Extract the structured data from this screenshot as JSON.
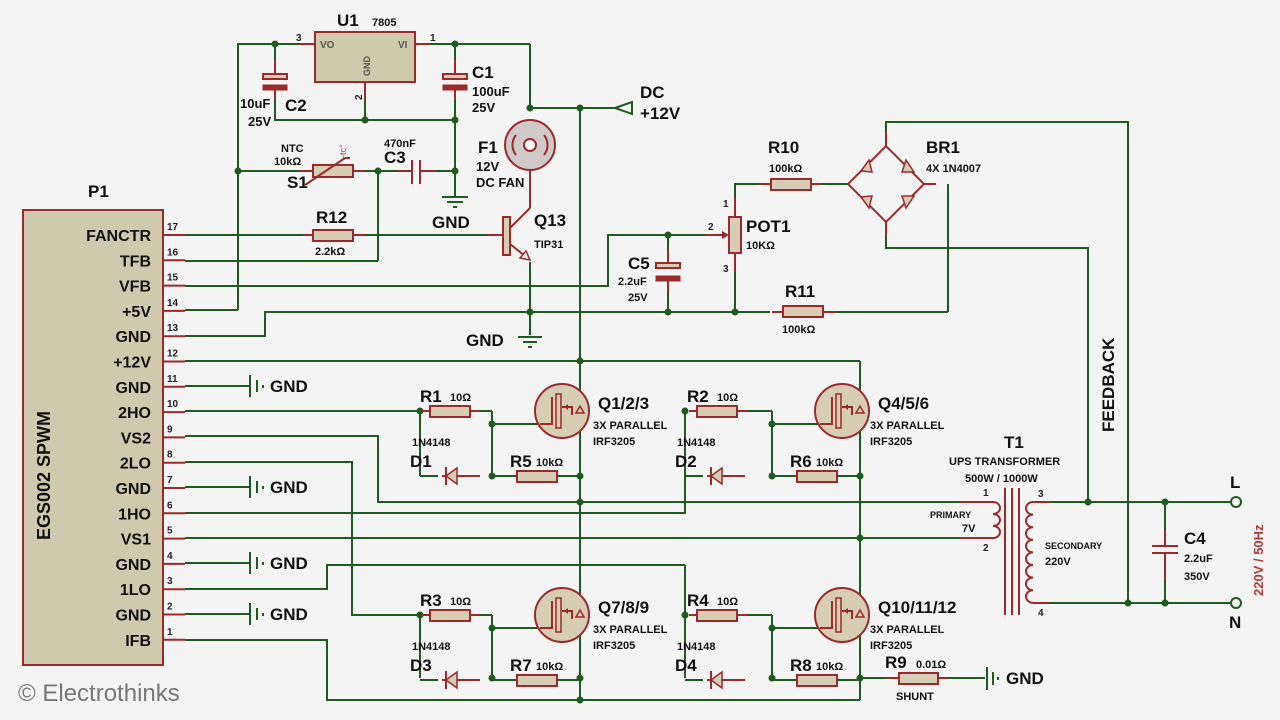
{
  "watermark": "© Electrothinks",
  "p1": {
    "ref": "P1",
    "name": "EGS002 SPWM",
    "pins": [
      {
        "num": "17",
        "name": "FANCTR"
      },
      {
        "num": "16",
        "name": "TFB"
      },
      {
        "num": "15",
        "name": "VFB"
      },
      {
        "num": "14",
        "name": "+5V"
      },
      {
        "num": "13",
        "name": "GND"
      },
      {
        "num": "12",
        "name": "+12V"
      },
      {
        "num": "11",
        "name": "GND"
      },
      {
        "num": "10",
        "name": "2HO"
      },
      {
        "num": "9",
        "name": "VS2"
      },
      {
        "num": "8",
        "name": "2LO"
      },
      {
        "num": "7",
        "name": "GND"
      },
      {
        "num": "6",
        "name": "1HO"
      },
      {
        "num": "5",
        "name": "VS1"
      },
      {
        "num": "4",
        "name": "GND"
      },
      {
        "num": "3",
        "name": "1LO"
      },
      {
        "num": "2",
        "name": "GND"
      },
      {
        "num": "1",
        "name": "IFB"
      }
    ]
  },
  "u1": {
    "ref": "U1",
    "value": "7805",
    "pin_vo": "VO",
    "pin_vi": "VI",
    "pin_gnd": "GND",
    "pin1": "1",
    "pin2": "2",
    "pin3": "3"
  },
  "c1": {
    "ref": "C1",
    "value": "100uF",
    "voltage": "25V"
  },
  "c2": {
    "ref": "C2",
    "value": "10uF",
    "voltage": "25V"
  },
  "c3": {
    "ref": "C3",
    "value": "470nF"
  },
  "c4": {
    "ref": "C4",
    "value": "2.2uF",
    "voltage": "350V"
  },
  "c5": {
    "ref": "C5",
    "value": "2.2uF",
    "voltage": "25V"
  },
  "s1": {
    "ref": "S1",
    "type": "NTC",
    "value": "10kΩ",
    "mark": "-tc°"
  },
  "f1": {
    "ref": "F1",
    "line1": "12V",
    "line2": "DC FAN"
  },
  "q13": {
    "ref": "Q13",
    "value": "TIP31"
  },
  "r12": {
    "ref": "R12",
    "value": "2.2kΩ"
  },
  "r10": {
    "ref": "R10",
    "value": "100kΩ"
  },
  "r11": {
    "ref": "R11",
    "value": "100kΩ"
  },
  "pot1": {
    "ref": "POT1",
    "value": "10KΩ",
    "pin1": "1",
    "pin2": "2",
    "pin3": "3"
  },
  "br1": {
    "ref": "BR1",
    "value": "4X 1N4007"
  },
  "dc": {
    "line1": "DC",
    "line2": "+12V"
  },
  "gnd_label": "GND",
  "feedback_label": "FEEDBACK",
  "mosfets": [
    {
      "ref": "Q1/2/3",
      "line1": "3X PARALLEL",
      "line2": "IRF3205"
    },
    {
      "ref": "Q4/5/6",
      "line1": "3X PARALLEL",
      "line2": "IRF3205"
    },
    {
      "ref": "Q7/8/9",
      "line1": "3X PARALLEL",
      "line2": "IRF3205"
    },
    {
      "ref": "Q10/11/12",
      "line1": "3X PARALLEL",
      "line2": "IRF3205"
    }
  ],
  "gate_resistors": [
    {
      "ref": "R1",
      "value": "10Ω"
    },
    {
      "ref": "R2",
      "value": "10Ω"
    },
    {
      "ref": "R3",
      "value": "10Ω"
    },
    {
      "ref": "R4",
      "value": "10Ω"
    }
  ],
  "pulldown_resistors": [
    {
      "ref": "R5",
      "value": "10kΩ"
    },
    {
      "ref": "R6",
      "value": "10kΩ"
    },
    {
      "ref": "R7",
      "value": "10kΩ"
    },
    {
      "ref": "R8",
      "value": "10kΩ"
    }
  ],
  "diodes": [
    {
      "ref": "D1",
      "value": "1N4148"
    },
    {
      "ref": "D2",
      "value": "1N4148"
    },
    {
      "ref": "D3",
      "value": "1N4148"
    },
    {
      "ref": "D4",
      "value": "1N4148"
    }
  ],
  "r9": {
    "ref": "R9",
    "value": "0.01Ω",
    "note": "SHUNT"
  },
  "t1": {
    "ref": "T1",
    "line1": "UPS TRANSFORMER",
    "line2": "500W / 1000W",
    "primary": "PRIMARY",
    "primary_v": "7V",
    "secondary": "SECONDARY",
    "secondary_v": "220V",
    "pin1": "1",
    "pin2": "2",
    "pin3": "3",
    "pin4": "4"
  },
  "output": {
    "l": "L",
    "n": "N",
    "spec": "220V / 50Hz"
  }
}
